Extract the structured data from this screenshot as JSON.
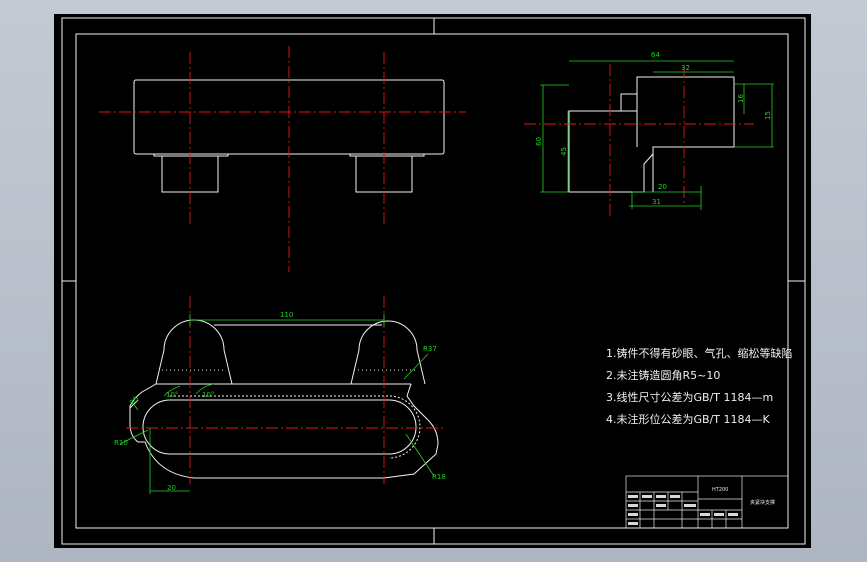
{
  "drawing": {
    "notes": [
      "1.铸件不得有砂眼、气孔、缩松等缺陷",
      "2.未注铸造圆角R5~10",
      "3.线性尺寸公差为GB/T  1184—m",
      "4.未注形位公差为GB/T  1184—K"
    ],
    "side_view_dims": {
      "top_width": "64",
      "inner_width": "32",
      "overall_height": "60",
      "left_step": "45",
      "right_upper": "16",
      "right_lower": "15",
      "bottom_inner": "20",
      "bottom_outer": "31"
    },
    "plan_view_dims": {
      "length": "110",
      "radius_top_right": "R37",
      "radius_left": "R10",
      "radius_right": "R18",
      "angle_left": "10°",
      "angle_right": "10°",
      "left_small": "R5",
      "bottom_offset": "20"
    },
    "title_block": {
      "material": "HT200",
      "part_name": "夹紧块支撑"
    }
  },
  "colors": {
    "sheet_bg": "#000000",
    "outline": "#f2f2f2",
    "centerline": "#e01818",
    "dimension": "#1fd21f"
  }
}
